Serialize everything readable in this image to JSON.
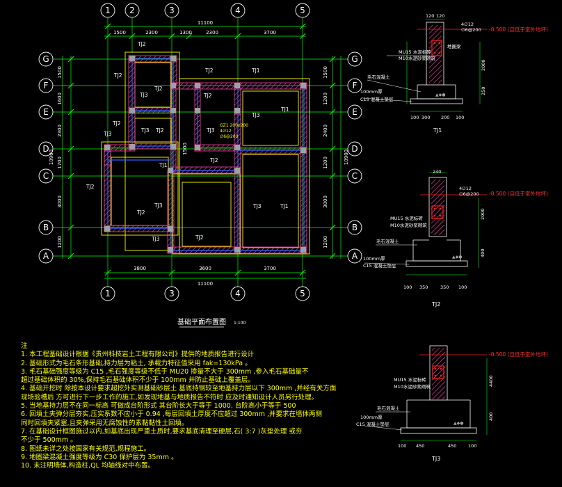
{
  "plan": {
    "title": "基础平面布置图",
    "scale": "1:100",
    "total_dim": "11100",
    "total_dim_v": "10900",
    "top_axes": [
      "1",
      "2",
      "3",
      "4",
      "5"
    ],
    "bottom_axes": [
      "1",
      "3",
      "4",
      "5"
    ],
    "row_axes": [
      "G",
      "F",
      "E",
      "D",
      "C",
      "B",
      "A"
    ],
    "top_dims": [
      "1500",
      "2300",
      "1300",
      "2300",
      "3700"
    ],
    "bottom_dims": [
      "3800",
      "3600",
      "3700"
    ],
    "left_dims": [
      "1500",
      "1600",
      "2300",
      "1700",
      "3000",
      "1200"
    ],
    "right_dims": [
      "1500",
      "1200",
      "2400",
      "1200",
      "3000",
      "1200"
    ],
    "tj_labels": [
      "TJ1",
      "TJ2",
      "TJ3"
    ],
    "column_note": [
      "GZ1 200x200",
      "4∅12",
      "∅6@200"
    ],
    "dim_1500_v": "1500"
  },
  "notes": {
    "header": "注",
    "lines": [
      "1. 本工程基础设计根据《贵州科技岩土工程有限公司》提供的地质报告进行设计",
      "2. 基础形式为毛石条形基础,持力层为粘土,          承载力特征值采用    fak=130kPa 。",
      "3. 毛石基础强度等级为      C15 ,毛石强度等级不低于         MU20  掺量不大于      300mm  ,参入毛石基础量不",
      "   超过基础体积的    30%,保持毛石基础体积不少于          100mm     并防止基础上覆盖层。",
      "4. 基础开挖时 除按本设计要求超挖外实测基础砂层土 基底持钢较至地基持力层以下                       300mm  ,并经有关方面",
      "   现场验槽后 方可进行下一步工作的施工,如发现地基与地质报告不符时                              应及时通知设计人员另行处理。",
      "5. 当地基持力层不在同一标高          可做成台阶形式      其台阶长大于等于        1000, 台阶高小于等于     500",
      "6. 回填土夹弹分层夯实,压实系数不应小于           0.94   ,每层回填土厚度不应超过   300mm  ,并要求在墙体两侧",
      "   同时回填夹紧塞,且夹弹采用无腐蚀性的素黏黏性土回填。",
      "7. 在基础设计框图施过以内,如基底出现严重土质时,要求基底清理至硬层,石(                         3:7 )灰垫处理     或夯",
      "   不少于  500mm   。",
      "8. 图纸未详之处按国家有关规范,规程施工。",
      "9. 地圈梁混凝土强度等级为       C30  保护层为      35mm  。",
      "10. 未注明墙体,构造柱,QL 均轴线对中布置。"
    ]
  },
  "sections": [
    {
      "id": "TJ1",
      "label": "TJ1",
      "elevation": "-0.500 (且低于室外地坪)",
      "mortar": [
        "MU15 水泥标砖",
        "M10水泥砂浆砌筑"
      ],
      "dpc": "地圈梁",
      "bar_top": "4∅12",
      "bar_stirrup": "∅6@200",
      "stone": "毛石混凝土",
      "cushion": [
        "100mm厚",
        "C15 混凝土垫层"
      ],
      "wall_dims": [
        "120",
        "120"
      ],
      "height_dims": [
        "2000",
        "250"
      ],
      "base_dims": [
        "100",
        "300",
        "200",
        "100"
      ]
    },
    {
      "id": "TJ2",
      "label": "TJ2",
      "elevation": "-0.500 (且低于室外地坪)",
      "mortar": [
        "MU15 水泥标砖",
        "M10水泥砂浆砌筑"
      ],
      "dpc": "",
      "bar_top": "4∅12",
      "bar_stirrup": "∅6@200",
      "stone": "毛石混凝土",
      "cushion": [
        "100mm厚",
        "C15 混凝土垫层"
      ],
      "wall_dims": [
        "240"
      ],
      "height_dims": [
        "2000",
        "400"
      ],
      "base_dims": [
        "100",
        "350",
        "350",
        "100"
      ]
    },
    {
      "id": "TJ3",
      "label": "TJ3",
      "elevation": "-0.500 (且低于室外地坪)",
      "mortar": [
        "MU15 水泥标砖",
        "M10水泥砂浆砌筑"
      ],
      "dpc": "",
      "bar_top": "",
      "bar_stirrup": "",
      "stone": "毛石混凝土",
      "cushion": [
        "100mm厚",
        "C15 混凝土垫层"
      ],
      "wall_dims": [],
      "height_dims": [
        "4400",
        "400"
      ],
      "base_dims": [
        "100",
        "450",
        "450",
        "100"
      ]
    }
  ],
  "colors": {
    "background": "#000000",
    "axis_circle": "#ffffff",
    "dimension": "#00ff00",
    "wall_hatch": "#ff3fa8",
    "footing_edge": "#ffff00",
    "ring_beam": "#3060ff",
    "label": "#ffffff",
    "note": "#ffff00",
    "elevation": "#ff3030",
    "column": "#a0a0a0"
  }
}
